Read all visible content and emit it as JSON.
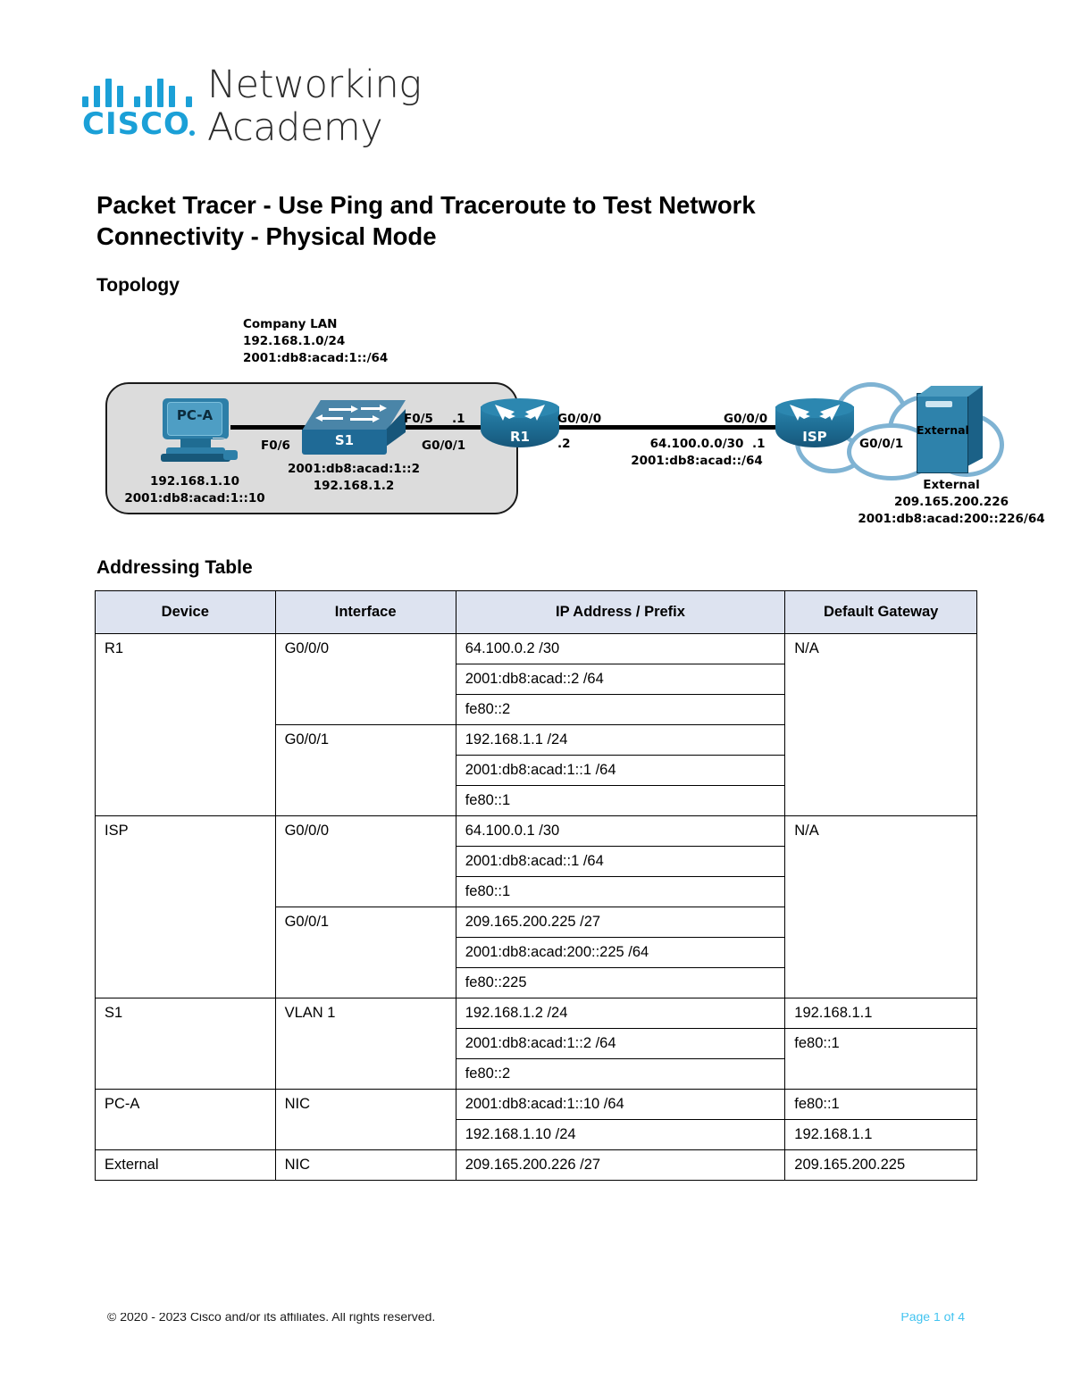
{
  "logo": {
    "cisco_word": "CISCO",
    "networking": "Networking",
    "academy": "Academy"
  },
  "document": {
    "title": "Packet Tracer - Use Ping and Traceroute to Test Network Connectivity - Physical Mode",
    "topology_heading": "Topology",
    "addressing_heading": "Addressing Table"
  },
  "topology": {
    "lan_label": "Company LAN\n192.168.1.0/24\n2001:db8:acad:1::/64",
    "pc_name": "PC-A",
    "pc_addresses": "192.168.1.10\n2001:db8:acad:1::10",
    "switch_name": "S1",
    "switch_addresses": "2001:db8:acad:1::2\n192.168.1.2",
    "switch_port_left": "F0/6",
    "switch_port_right": "F0/5",
    "r1_name": "R1",
    "r1_g001_label": "G0/0/1",
    "r1_g001_ip": ".1",
    "r1_g000_label": "G0/0/0",
    "r1_g000_ip": ".2",
    "wan_addresses": "64.100.0.0/30\n2001:db8:acad::/64",
    "isp_name": "ISP",
    "isp_g000_label": "G0/0/0",
    "isp_g000_ip": ".1",
    "isp_g001_label": "G0/0/1",
    "server_name": "External",
    "server_caption": "External\n209.165.200.226\n2001:db8:acad:200::226/64"
  },
  "addressing_table": {
    "columns": [
      "Device",
      "Interface",
      "IP Address / Prefix",
      "Default Gateway"
    ],
    "rows": [
      {
        "device": "R1",
        "gateway": "N/A",
        "interfaces": [
          {
            "name": "G0/0/0",
            "addresses": [
              "64.100.0.2 /30",
              "2001:db8:acad::2 /64",
              "fe80::2"
            ]
          },
          {
            "name": "G0/0/1",
            "addresses": [
              "192.168.1.1 /24",
              "2001:db8:acad:1::1 /64",
              "fe80::1"
            ]
          }
        ]
      },
      {
        "device": "ISP",
        "gateway": "N/A",
        "interfaces": [
          {
            "name": "G0/0/0",
            "addresses": [
              "64.100.0.1 /30",
              "2001:db8:acad::1 /64",
              "fe80::1"
            ]
          },
          {
            "name": "G0/0/1",
            "addresses": [
              "209.165.200.225 /27",
              "2001:db8:acad:200::225 /64",
              "fe80::225"
            ]
          }
        ]
      },
      {
        "device": "S1",
        "gateways": [
          "192.168.1.1",
          "fe80::1"
        ],
        "interfaces": [
          {
            "name": "VLAN 1",
            "addresses": [
              "192.168.1.2 /24",
              "2001:db8:acad:1::2 /64",
              "fe80::2"
            ]
          }
        ]
      },
      {
        "device": "PC-A",
        "gateways": [
          "fe80::1",
          "192.168.1.1"
        ],
        "interfaces": [
          {
            "name": "NIC",
            "addresses": [
              "2001:db8:acad:1::10 /64",
              "192.168.1.10 /24"
            ]
          }
        ]
      },
      {
        "device": "External",
        "gateway": "209.165.200.225",
        "interfaces": [
          {
            "name": "NIC",
            "addresses": [
              "209.165.200.226 /27"
            ]
          }
        ]
      }
    ],
    "cells": {
      "r1": "R1",
      "r1_if0": "G0/0/0",
      "r1_if0_a0": "64.100.0.2 /30",
      "r1_if0_a1": "2001:db8:acad::2 /64",
      "r1_if0_a2": "fe80::2",
      "r1_if1": "G0/0/1",
      "r1_if1_a0": "192.168.1.1 /24",
      "r1_if1_a1": "2001:db8:acad:1::1 /64",
      "r1_if1_a2": "fe80::1",
      "r1_gw": "N/A",
      "isp": "ISP",
      "isp_if0": "G0/0/0",
      "isp_if0_a0": "64.100.0.1 /30",
      "isp_if0_a1": "2001:db8:acad::1 /64",
      "isp_if0_a2": "fe80::1",
      "isp_if1": "G0/0/1",
      "isp_if1_a0": "209.165.200.225 /27",
      "isp_if1_a1": "2001:db8:acad:200::225 /64",
      "isp_if1_a2": "fe80::225",
      "isp_gw": "N/A",
      "s1": "S1",
      "s1_if": "VLAN 1",
      "s1_a0": "192.168.1.2 /24",
      "s1_a1": "2001:db8:acad:1::2 /64",
      "s1_a2": "fe80::2",
      "s1_gw0": "192.168.1.1",
      "s1_gw1": "fe80::1",
      "pca": "PC-A",
      "pca_if": "NIC",
      "pca_a0": "2001:db8:acad:1::10 /64",
      "pca_a1": "192.168.1.10 /24",
      "pca_gw0": "fe80::1",
      "pca_gw1": "192.168.1.1",
      "ext": "External",
      "ext_if": "NIC",
      "ext_a0": "209.165.200.226 /27",
      "ext_gw": "209.165.200.225"
    }
  },
  "footer": {
    "copyright": "© 2020 - 2023 Cisco and/or its affiliates. All rights reserved.",
    "page": "Page 1 of 4"
  },
  "colors": {
    "cisco_blue": "#1ba0d7",
    "device_blue": "#2d7fa8",
    "cloud_blue": "#7fb3d3",
    "lan_gray": "#dcdcdc",
    "table_header": "#dde3f0"
  }
}
